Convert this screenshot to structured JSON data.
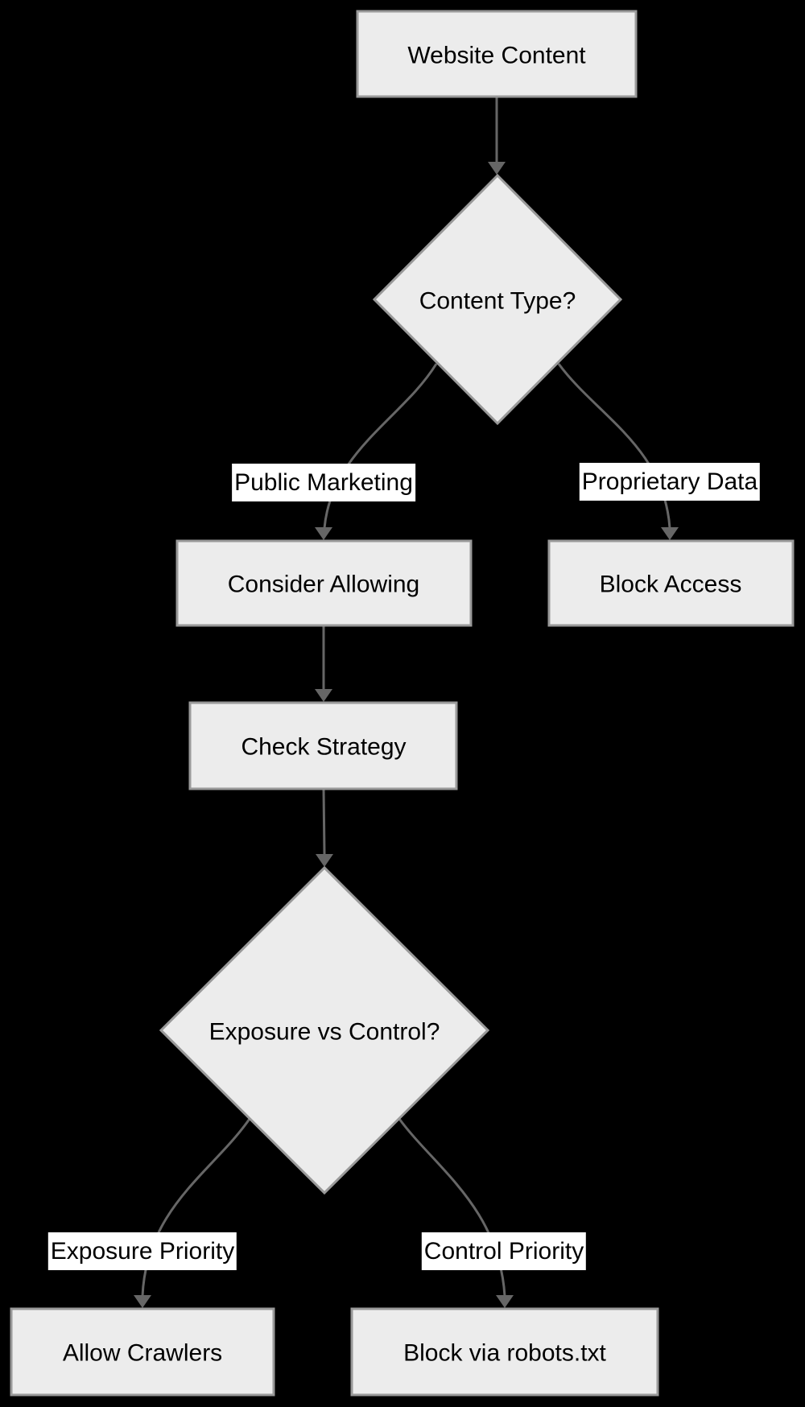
{
  "diagram": {
    "type": "flowchart",
    "direction": "top-down",
    "colors": {
      "background": "#000000",
      "node_fill": "#ececec",
      "node_border": "#999999",
      "edge_line": "#666666",
      "arrowhead": "#666666",
      "edge_label_background": "#ffffff",
      "text": "#000000"
    },
    "nodes": [
      {
        "id": "website-content",
        "shape": "rect",
        "label": "Website Content"
      },
      {
        "id": "content-type",
        "shape": "diamond",
        "label": "Content Type?"
      },
      {
        "id": "consider-allowing",
        "shape": "rect",
        "label": "Consider Allowing"
      },
      {
        "id": "block-access",
        "shape": "rect",
        "label": "Block Access"
      },
      {
        "id": "check-strategy",
        "shape": "rect",
        "label": "Check Strategy"
      },
      {
        "id": "exposure-vs-control",
        "shape": "diamond",
        "label": "Exposure vs Control?"
      },
      {
        "id": "allow-crawlers",
        "shape": "rect",
        "label": "Allow Crawlers"
      },
      {
        "id": "block-via-robots",
        "shape": "rect",
        "label": "Block via robots.txt"
      }
    ],
    "edges": [
      {
        "from": "website-content",
        "to": "content-type",
        "label": ""
      },
      {
        "from": "content-type",
        "to": "consider-allowing",
        "label": "Public Marketing"
      },
      {
        "from": "content-type",
        "to": "block-access",
        "label": "Proprietary Data"
      },
      {
        "from": "consider-allowing",
        "to": "check-strategy",
        "label": ""
      },
      {
        "from": "check-strategy",
        "to": "exposure-vs-control",
        "label": ""
      },
      {
        "from": "exposure-vs-control",
        "to": "allow-crawlers",
        "label": "Exposure Priority"
      },
      {
        "from": "exposure-vs-control",
        "to": "block-via-robots",
        "label": "Control Priority"
      }
    ]
  }
}
